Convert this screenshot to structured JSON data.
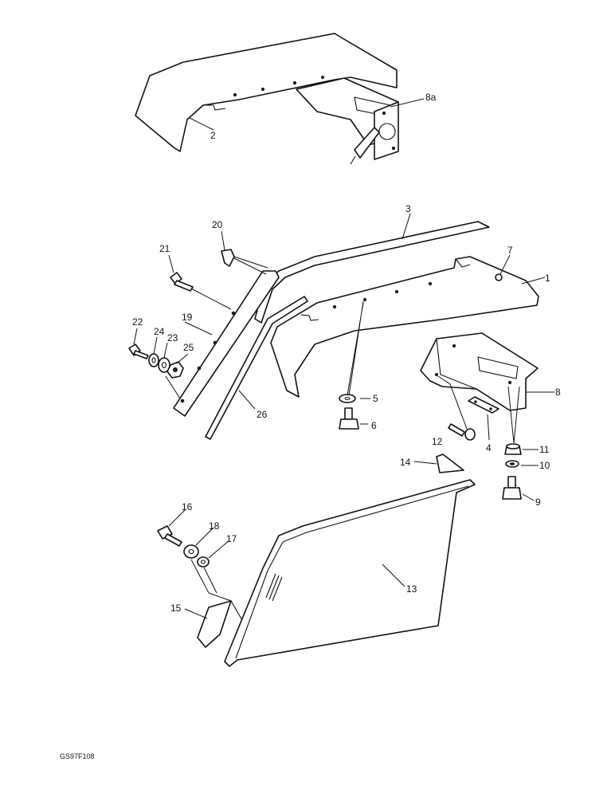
{
  "figure_code": "GS97F108",
  "callouts": [
    {
      "id": "c-8a",
      "text": "8a"
    },
    {
      "id": "c-2",
      "text": "2"
    },
    {
      "id": "c-3",
      "text": "3"
    },
    {
      "id": "c-20",
      "text": "20"
    },
    {
      "id": "c-21",
      "text": "21"
    },
    {
      "id": "c-7",
      "text": "7"
    },
    {
      "id": "c-1",
      "text": "1"
    },
    {
      "id": "c-19",
      "text": "19"
    },
    {
      "id": "c-22",
      "text": "22"
    },
    {
      "id": "c-24",
      "text": "24"
    },
    {
      "id": "c-23",
      "text": "23"
    },
    {
      "id": "c-25",
      "text": "25"
    },
    {
      "id": "c-5",
      "text": "5"
    },
    {
      "id": "c-8",
      "text": "8"
    },
    {
      "id": "c-26",
      "text": "26"
    },
    {
      "id": "c-6",
      "text": "6"
    },
    {
      "id": "c-12",
      "text": "12"
    },
    {
      "id": "c-4",
      "text": "4"
    },
    {
      "id": "c-11",
      "text": "11"
    },
    {
      "id": "c-10",
      "text": "10"
    },
    {
      "id": "c-14",
      "text": "14"
    },
    {
      "id": "c-9",
      "text": "9"
    },
    {
      "id": "c-16",
      "text": "16"
    },
    {
      "id": "c-18",
      "text": "18"
    },
    {
      "id": "c-17",
      "text": "17"
    },
    {
      "id": "c-13",
      "text": "13"
    },
    {
      "id": "c-15",
      "text": "15"
    }
  ]
}
